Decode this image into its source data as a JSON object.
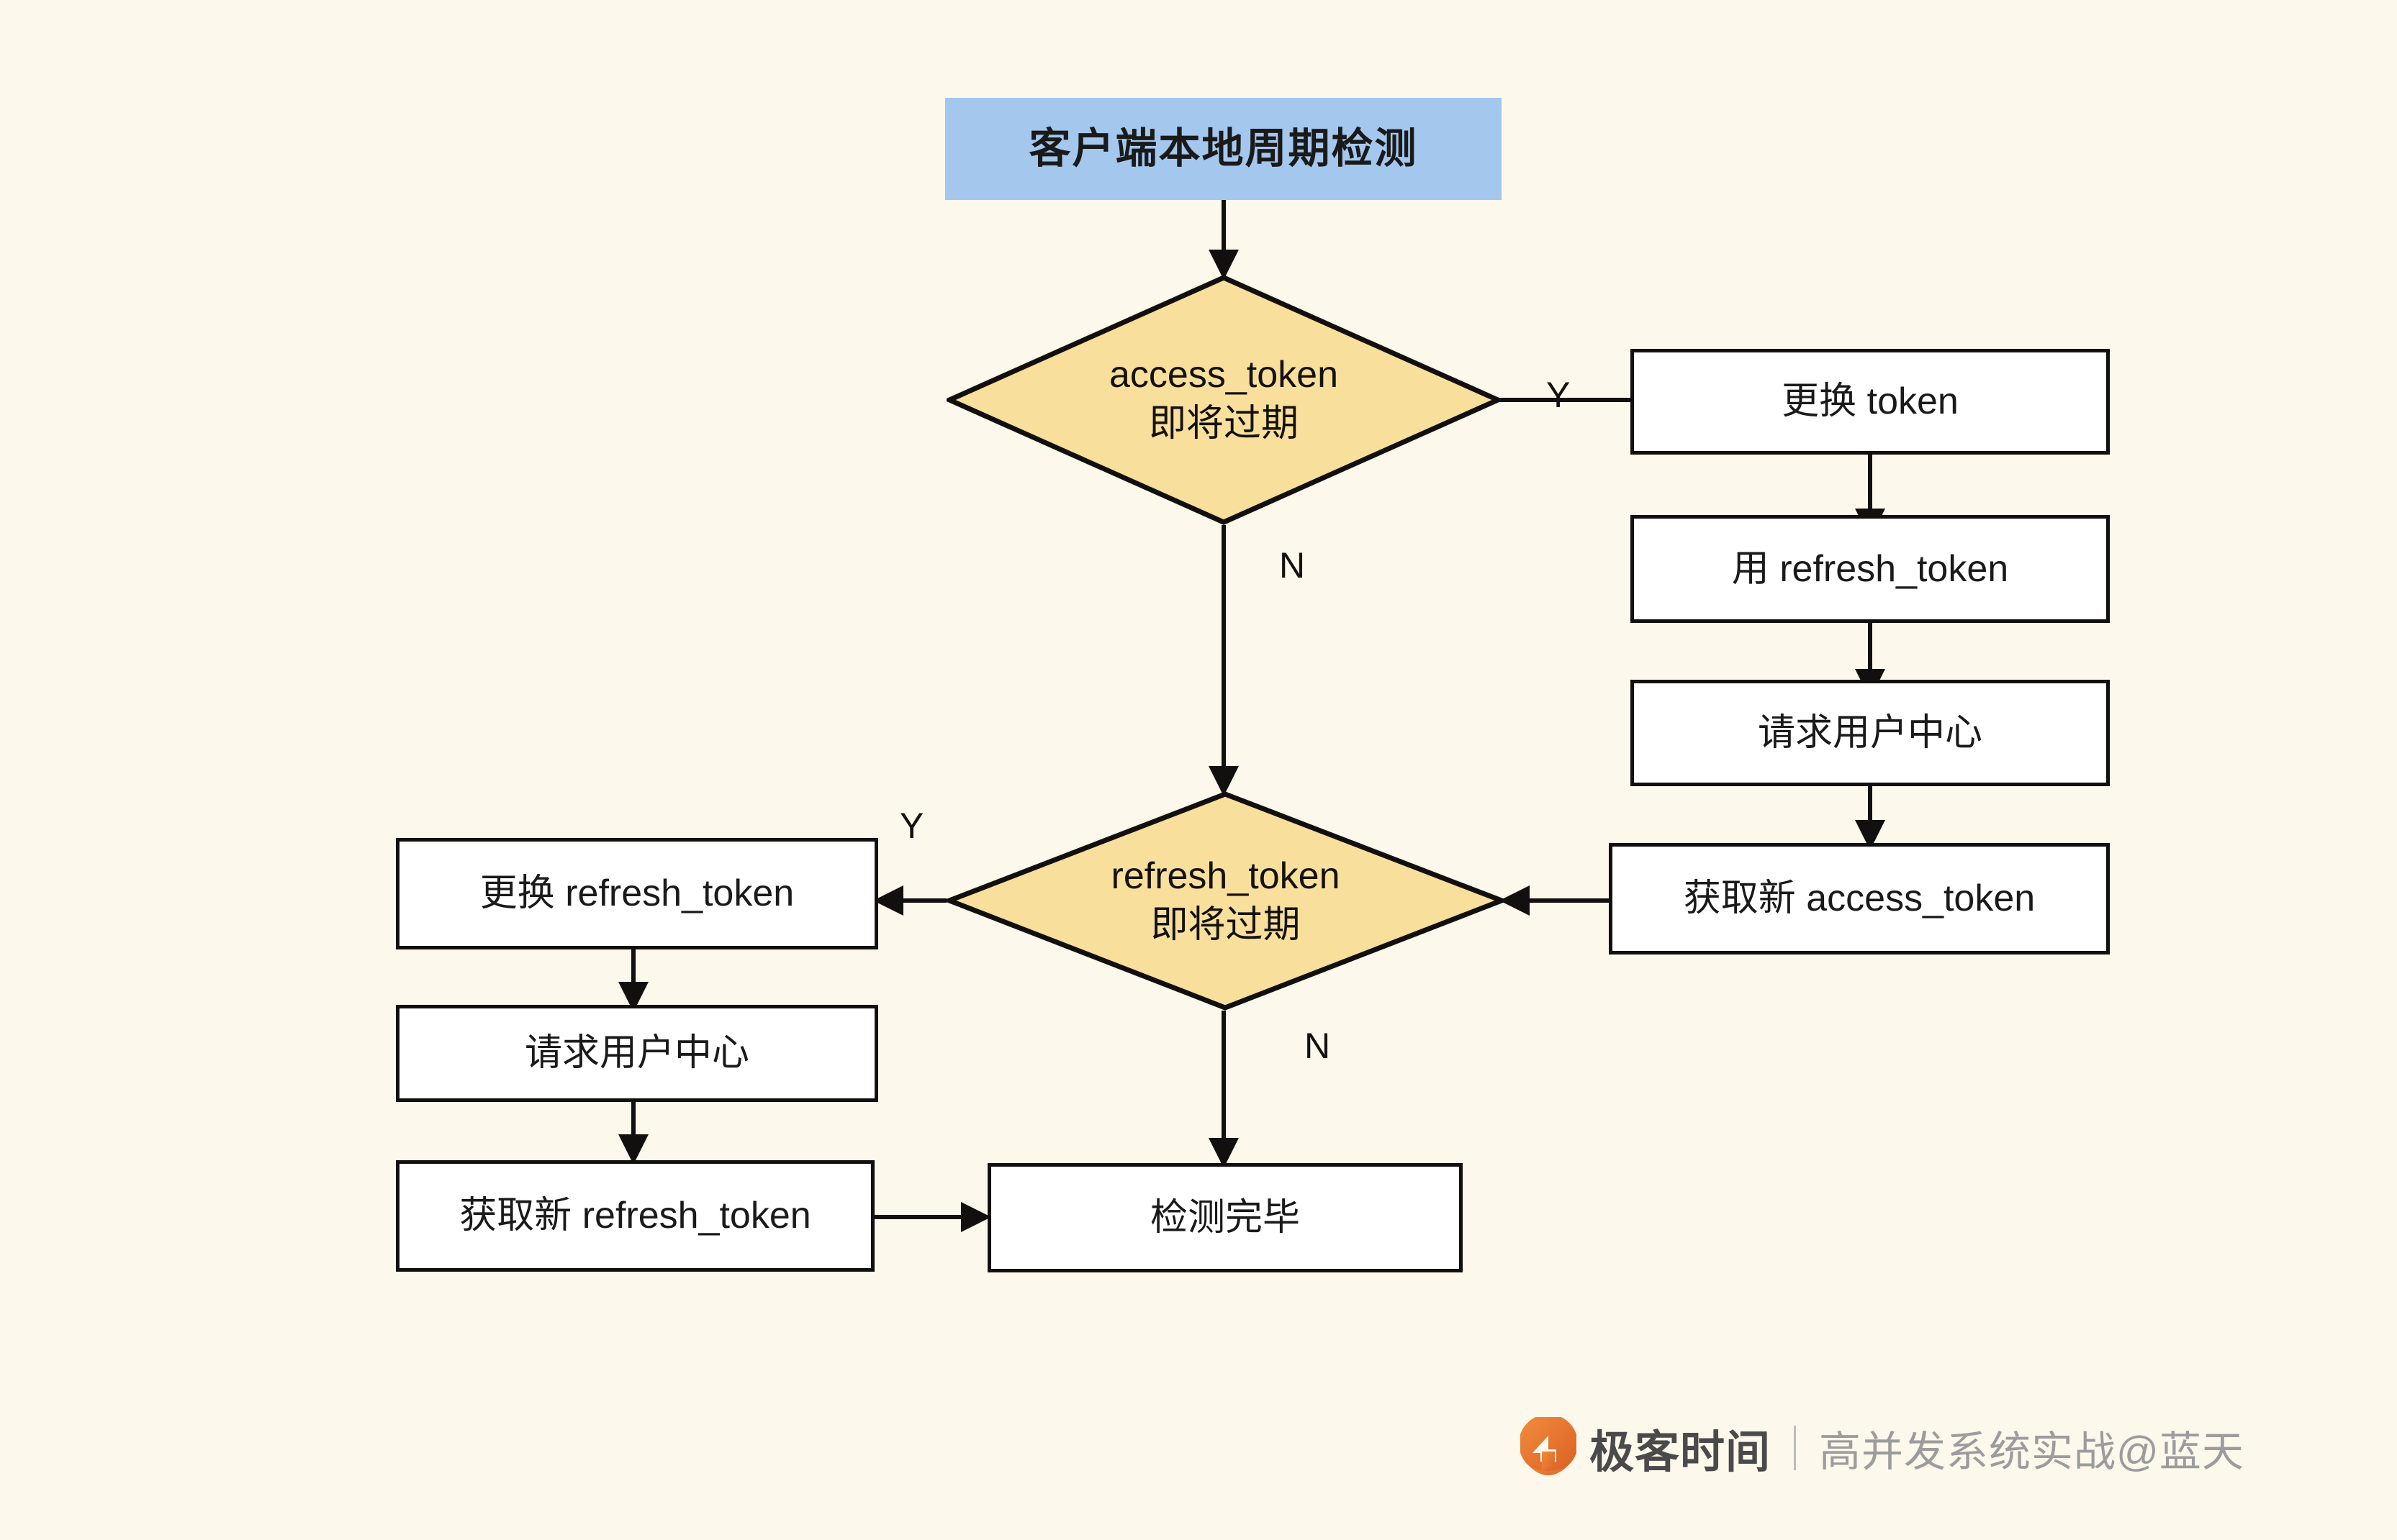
{
  "diagram": {
    "type": "flowchart",
    "title": "客户端本地周期检测",
    "background_color": "#FDF8EC",
    "start_fill": "#A4C7EE",
    "decision_fill": "#F9DF9C",
    "process_fill": "#FFFFFF",
    "stroke_color": "#12100E",
    "nodes": [
      {
        "id": "start",
        "shape": "start",
        "label": "客户端本地周期检测"
      },
      {
        "id": "d_access",
        "shape": "decision",
        "label_line1": "access_token",
        "label_line2": "即将过期"
      },
      {
        "id": "swap_token",
        "shape": "process",
        "label": "更换 token"
      },
      {
        "id": "use_refresh",
        "shape": "process",
        "label": "用 refresh_token"
      },
      {
        "id": "req_uc_right",
        "shape": "process",
        "label": "请求用户中心"
      },
      {
        "id": "get_new_access",
        "shape": "process",
        "label": "获取新 access_token"
      },
      {
        "id": "d_refresh",
        "shape": "decision",
        "label_line1": "refresh_token",
        "label_line2": "即将过期"
      },
      {
        "id": "swap_refresh",
        "shape": "process",
        "label": "更换 refresh_token"
      },
      {
        "id": "req_uc_left",
        "shape": "process",
        "label": "请求用户中心"
      },
      {
        "id": "get_new_refresh",
        "shape": "process",
        "label": "获取新 refresh_token"
      },
      {
        "id": "done",
        "shape": "process",
        "label": "检测完毕"
      }
    ],
    "edge_labels": {
      "access_yes": "Y",
      "access_no": "N",
      "refresh_yes": "Y",
      "refresh_no": "N"
    },
    "edges": [
      {
        "from": "start",
        "to": "d_access",
        "label": ""
      },
      {
        "from": "d_access",
        "to": "swap_token",
        "label": "Y"
      },
      {
        "from": "d_access",
        "to": "d_refresh",
        "label": "N"
      },
      {
        "from": "swap_token",
        "to": "use_refresh",
        "label": ""
      },
      {
        "from": "use_refresh",
        "to": "req_uc_right",
        "label": ""
      },
      {
        "from": "req_uc_right",
        "to": "get_new_access",
        "label": ""
      },
      {
        "from": "get_new_access",
        "to": "d_refresh",
        "label": ""
      },
      {
        "from": "d_refresh",
        "to": "swap_refresh",
        "label": "Y"
      },
      {
        "from": "d_refresh",
        "to": "done",
        "label": "N"
      },
      {
        "from": "swap_refresh",
        "to": "req_uc_left",
        "label": ""
      },
      {
        "from": "req_uc_left",
        "to": "get_new_refresh",
        "label": ""
      },
      {
        "from": "get_new_refresh",
        "to": "done",
        "label": ""
      }
    ]
  },
  "watermark": {
    "brand": "极客时间",
    "subtitle": "高并发系统实战@蓝天",
    "logo_color": "#E8762C"
  }
}
